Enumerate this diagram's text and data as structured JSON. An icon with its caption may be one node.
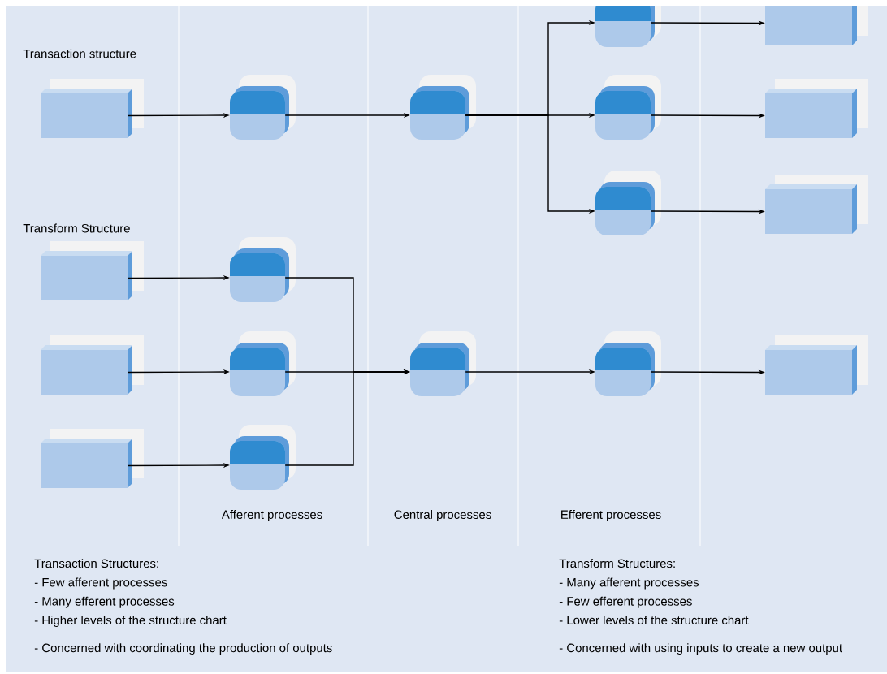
{
  "diagram": {
    "nodes": [
      {
        "text": [],
        "shape": "box"
      },
      {
        "text": [],
        "shape": "circle"
      },
      {
        "text": [],
        "shape": "circle"
      },
      {
        "text": [],
        "shape": "circle"
      },
      {
        "text": [],
        "shape": "circle"
      },
      {
        "text": [],
        "shape": "circle"
      },
      {
        "text": [],
        "shape": "box"
      },
      {
        "text": [],
        "shape": "box"
      },
      {
        "text": [],
        "shape": "box"
      },
      {
        "text": [],
        "shape": "box"
      },
      {
        "text": [],
        "shape": "box"
      },
      {
        "text": [],
        "shape": "box"
      },
      {
        "text": [],
        "shape": "circle"
      },
      {
        "text": [],
        "shape": "circle"
      },
      {
        "text": [],
        "shape": "circle"
      },
      {
        "text": [],
        "shape": "circle"
      },
      {
        "text": [],
        "shape": "circle"
      },
      {
        "text": [],
        "shape": "box"
      }
    ],
    "edges": [
      {
        "from": 0,
        "to": 1,
        "arrow": "to"
      },
      {
        "from": 1,
        "to": 2,
        "arrow": "to"
      },
      {
        "from": 2,
        "to": 3,
        "arrow": "to"
      },
      {
        "from": 2,
        "to": 4,
        "arrow": "to"
      },
      {
        "from": 2,
        "to": 5,
        "arrow": "to"
      },
      {
        "from": 3,
        "to": 6,
        "arrow": "to"
      },
      {
        "from": 4,
        "to": 7,
        "arrow": "to"
      },
      {
        "from": 5,
        "to": 8,
        "arrow": "to"
      },
      {
        "from": 9,
        "to": 12,
        "arrow": "to"
      },
      {
        "from": 10,
        "to": 13,
        "arrow": "to"
      },
      {
        "from": 11,
        "to": 14,
        "arrow": "to"
      },
      {
        "from": 12,
        "to": 15,
        "arrow": "to"
      },
      {
        "from": 13,
        "to": 15,
        "arrow": "to"
      },
      {
        "from": 14,
        "to": 15,
        "arrow": "to"
      },
      {
        "from": 15,
        "to": 16,
        "arrow": "to"
      },
      {
        "from": 16,
        "to": 17,
        "arrow": "to"
      }
    ],
    "labels": [
      "Transaction structure",
      "Transform Structure",
      "Afferent processes",
      "Central processes",
      "Efferent processes",
      "Transaction Structures:",
      "- Few afferent processes",
      "- Many efferent processes",
      "- Higher levels of the structure chart",
      "- Concerned with coordinating the production of outputs",
      "Transform Structures:",
      "- Many afferent processes",
      "- Few efferent processes",
      "- Lower levels of the structure chart",
      "- Concerned with using inputs to create a new output"
    ]
  }
}
